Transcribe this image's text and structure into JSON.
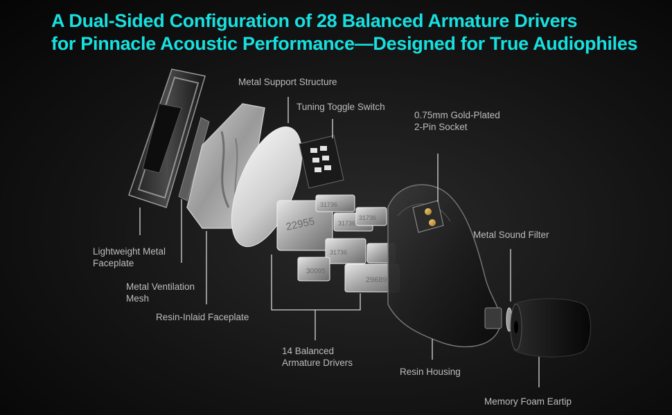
{
  "headline": {
    "line1": "A Dual-Sided Configuration of 28 Balanced Armature Drivers",
    "line2": "for Pinnacle Acoustic Performance—Designed for True Audiophiles"
  },
  "driver_labels": [
    "22955",
    "31736",
    "31736",
    "31736",
    "30095",
    "29689",
    "31736"
  ],
  "callouts": {
    "metal_support": "Metal Support Structure",
    "tuning_switch": "Tuning Toggle Switch",
    "socket_line1": "0.75mm Gold-Plated",
    "socket_line2": "2-Pin Socket",
    "faceplate_line1": "Lightweight Metal",
    "faceplate_line2": "Faceplate",
    "mesh_line1": "Metal Ventilation",
    "mesh_line2": "Mesh",
    "resin_faceplate": "Resin-Inlaid Faceplate",
    "sound_filter": "Metal Sound Filter",
    "drivers_line1": "14 Balanced",
    "drivers_line2": "Armature Drivers",
    "resin_housing": "Resin Housing",
    "eartip": "Memory Foam Eartip"
  },
  "colors": {
    "headline": "#17e0e0",
    "label": "#bdbdbd",
    "leader_line": "#d8d8d8",
    "background": "#111111"
  }
}
